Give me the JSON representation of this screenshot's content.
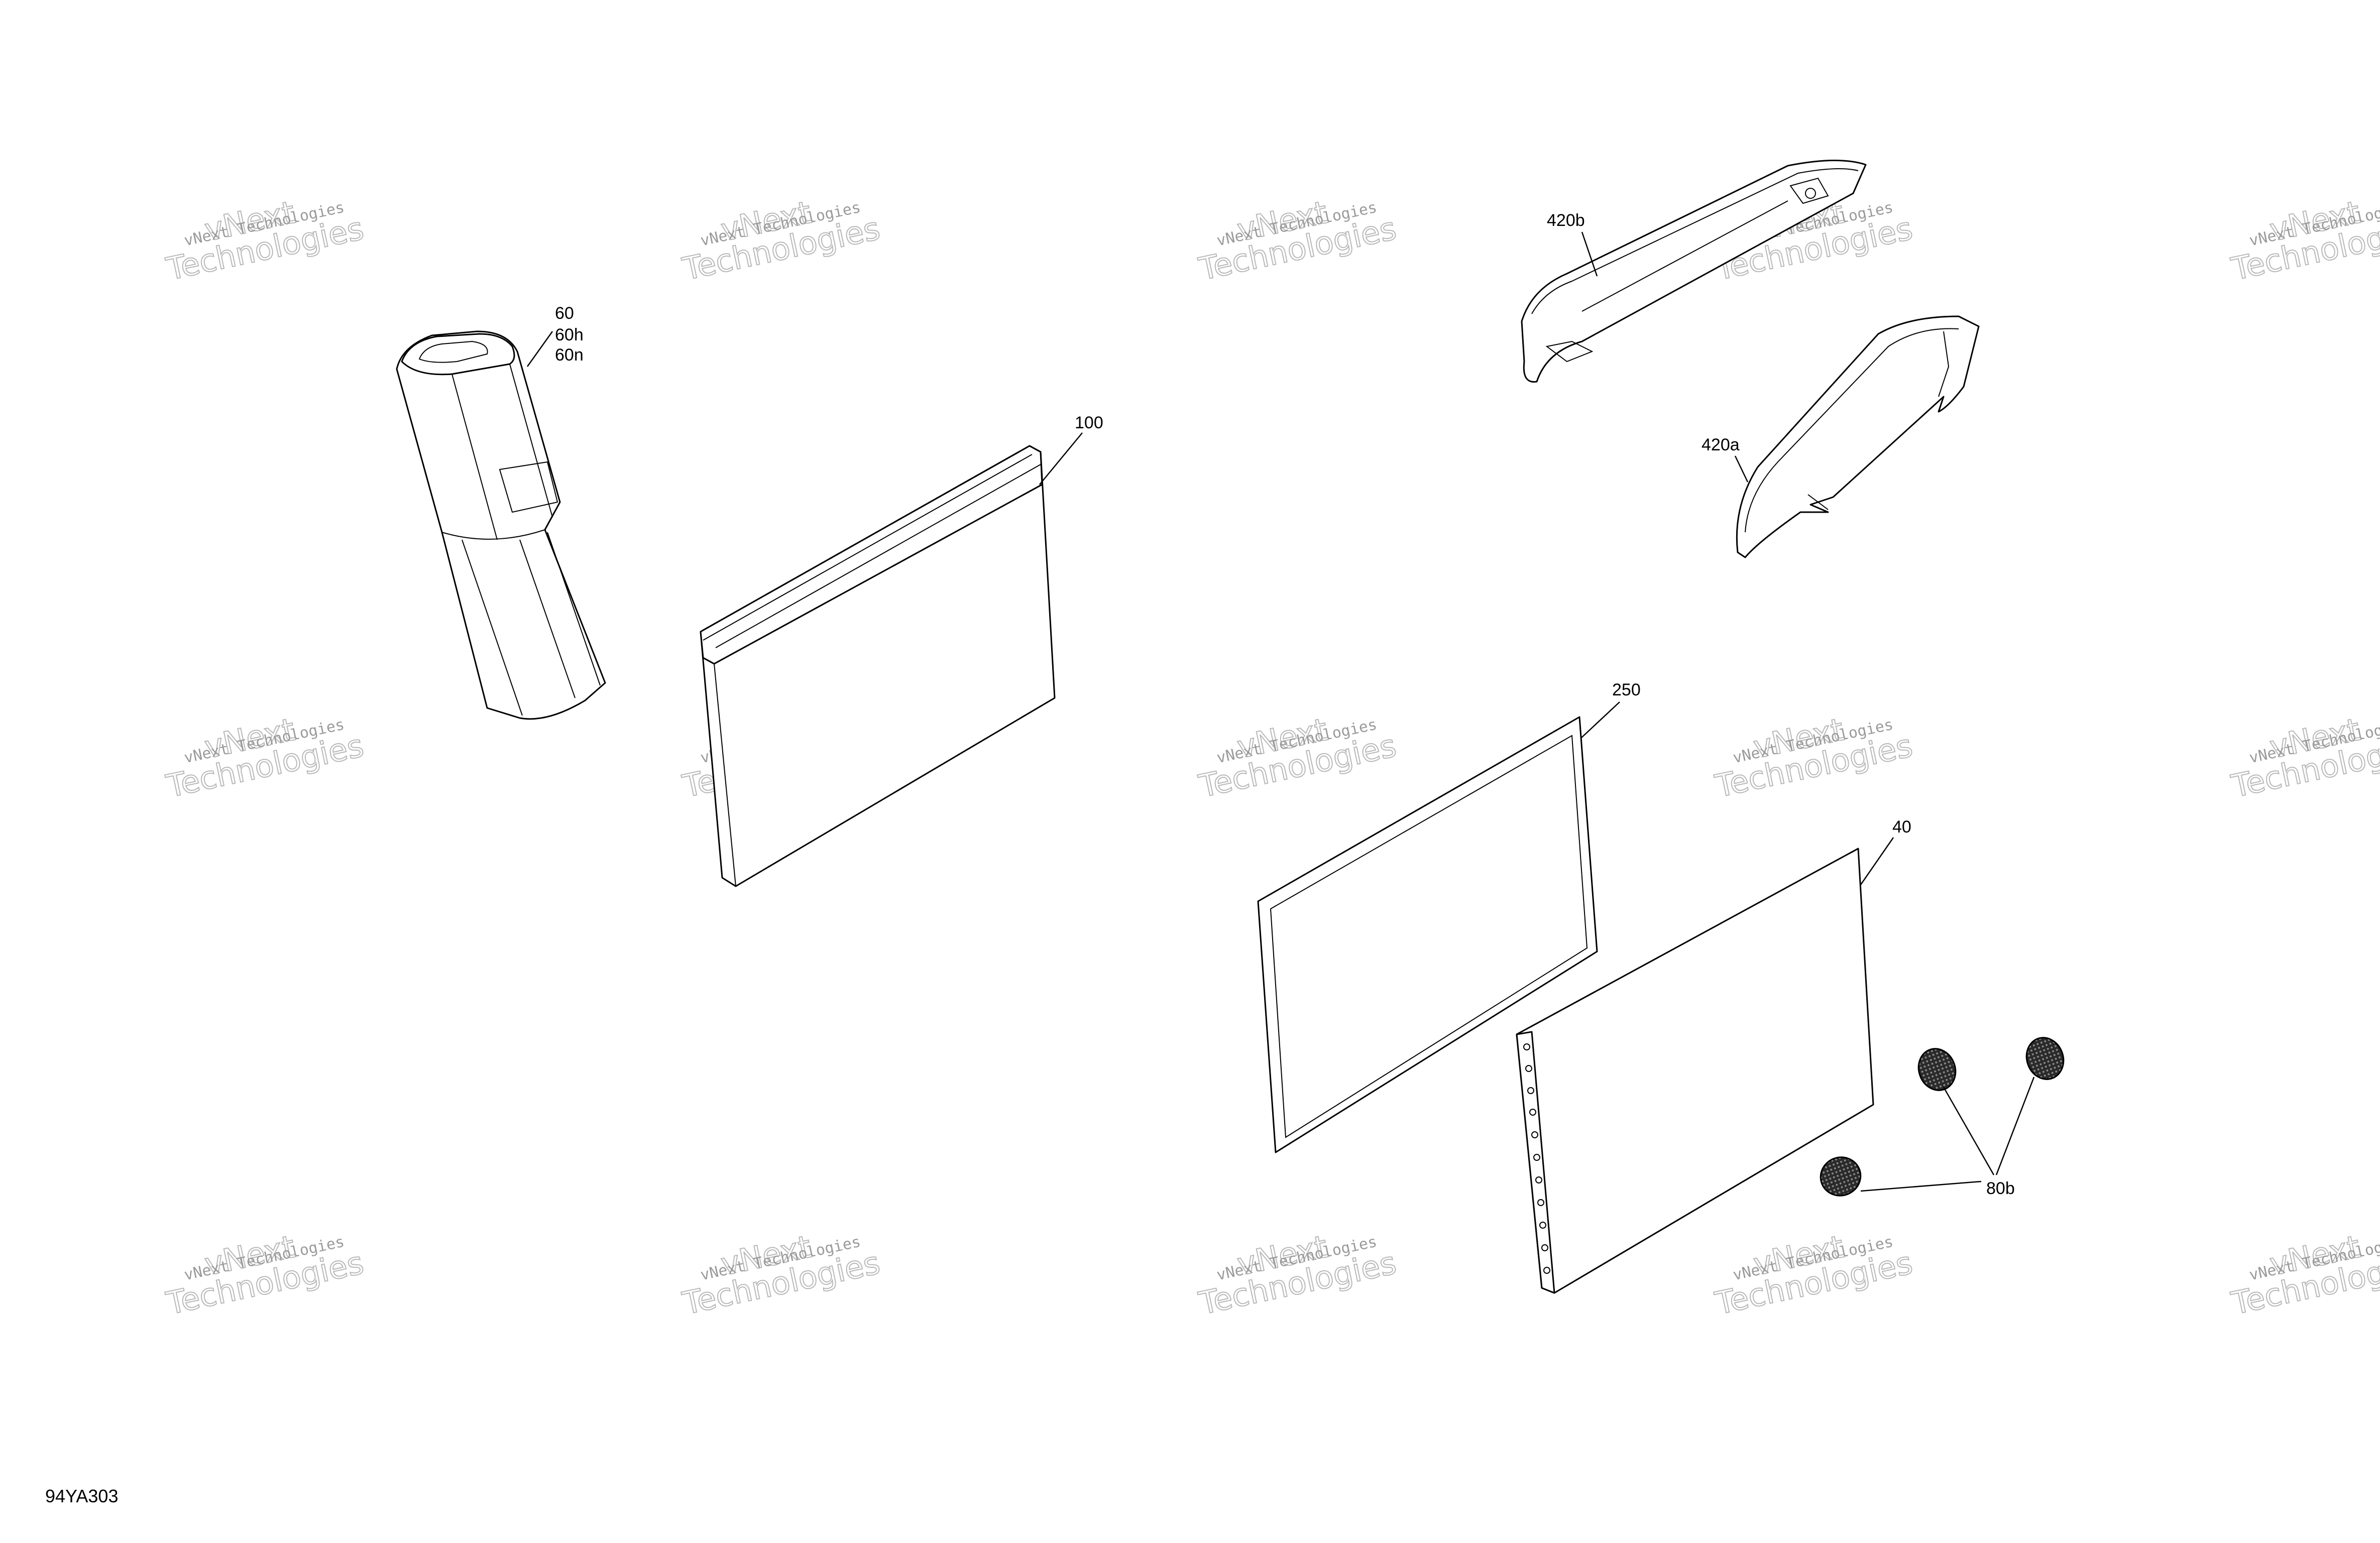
{
  "watermark": {
    "line1": "vNext Technologies",
    "line2": "vNext",
    "line3": "Technologies"
  },
  "figure_code": "94YA303",
  "callouts": {
    "c60": "60",
    "c60h": "60h",
    "c60n": "60n",
    "c100": "100",
    "c420b": "420b",
    "c420a": "420a",
    "c250": "250",
    "c40": "40",
    "c80b": "80b"
  }
}
